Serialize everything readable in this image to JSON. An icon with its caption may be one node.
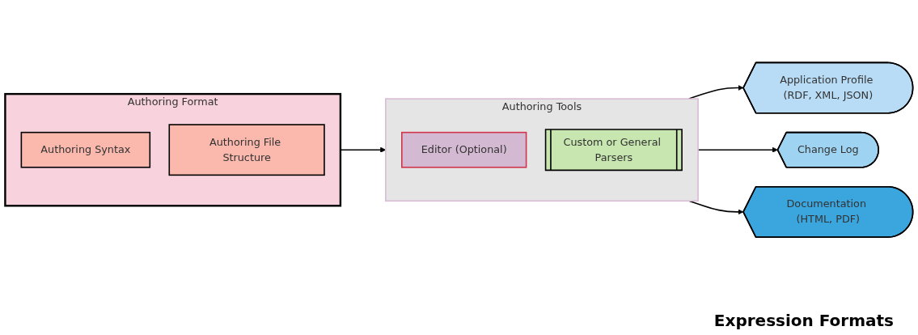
{
  "diagram": {
    "nodes": [
      {
        "text": [
          "Authoring Format"
        ]
      },
      {
        "text": [
          "Authoring Syntax"
        ],
        "in": 0
      },
      {
        "text": [
          "Authoring File Structure"
        ],
        "in": 0
      },
      {
        "text": [
          "Authoring Tools"
        ]
      },
      {
        "text": [
          "Editor (Optional)"
        ],
        "in": 3
      },
      {
        "text": [
          "Custom or General Parsers"
        ],
        "in": 3
      },
      {
        "text": [
          "Application Profile (RDF, XML, JSON)"
        ]
      },
      {
        "text": [
          "Change Log"
        ]
      },
      {
        "text": [
          "Documentation (HTML, PDF)"
        ]
      }
    ],
    "edges": [
      {
        "from": 0,
        "to": 3,
        "arrow": "to"
      },
      {
        "from": 3,
        "to": 6,
        "arrow": "to"
      },
      {
        "from": 3,
        "to": 7,
        "arrow": "to"
      },
      {
        "from": 3,
        "to": 8,
        "arrow": "to"
      }
    ],
    "labels": [
      "Expression Formats"
    ]
  }
}
